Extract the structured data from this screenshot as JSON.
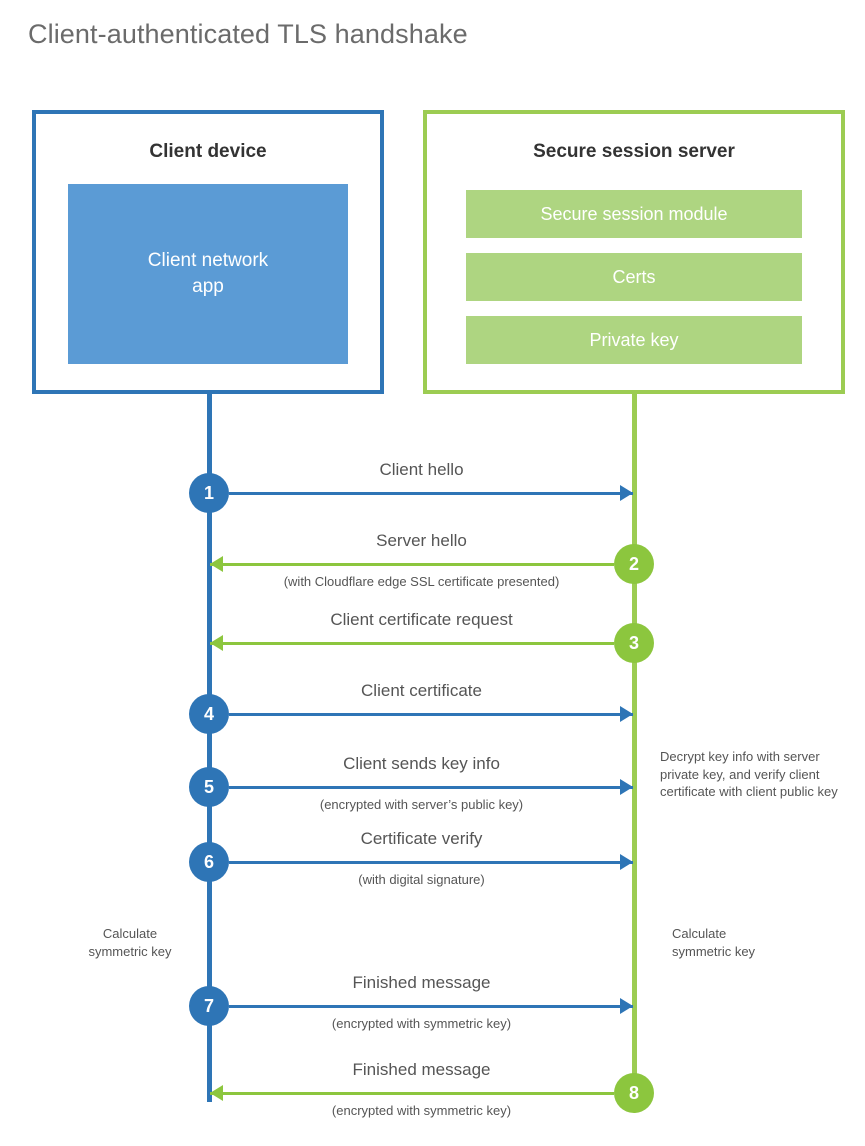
{
  "title": "Client-authenticated TLS handshake",
  "colors": {
    "client_border": "#2e75b6",
    "client_app_fill": "#5b9bd5",
    "server_border": "#9ccc52",
    "server_bar_fill": "#aed581",
    "blue_accent": "#2e75b6",
    "green_accent": "#8cc63e",
    "text": "#555555",
    "heading": "#333333",
    "background": "#ffffff"
  },
  "client": {
    "title": "Client device",
    "app_label": "Client network\napp"
  },
  "server": {
    "title": "Secure session server",
    "bars": [
      {
        "label": "Secure session module"
      },
      {
        "label": "Certs"
      },
      {
        "label": "Private key"
      }
    ]
  },
  "steps": [
    {
      "number": "1",
      "side": "client",
      "direction": "right",
      "color": "blue",
      "label": "Client hello",
      "sublabel": ""
    },
    {
      "number": "2",
      "side": "server",
      "direction": "left",
      "color": "green",
      "label": "Server hello",
      "sublabel": "(with Cloudflare edge SSL certificate presented)"
    },
    {
      "number": "3",
      "side": "server",
      "direction": "left",
      "color": "green",
      "label": "Client certificate request",
      "sublabel": ""
    },
    {
      "number": "4",
      "side": "client",
      "direction": "right",
      "color": "blue",
      "label": "Client certificate",
      "sublabel": ""
    },
    {
      "number": "5",
      "side": "client",
      "direction": "right",
      "color": "blue",
      "label": "Client sends key info",
      "sublabel": "(encrypted with server’s public key)"
    },
    {
      "number": "6",
      "side": "client",
      "direction": "right",
      "color": "blue",
      "label": "Certificate verify",
      "sublabel": "(with digital signature)"
    },
    {
      "number": "7",
      "side": "client",
      "direction": "right",
      "color": "blue",
      "label": "Finished message",
      "sublabel": "(encrypted with symmetric key)"
    },
    {
      "number": "8",
      "side": "server",
      "direction": "left",
      "color": "green",
      "label": "Finished message",
      "sublabel": "(encrypted with symmetric key)"
    }
  ],
  "annotations": {
    "decrypt_note": "Decrypt key info with server private key, and verify client certificate with client public key",
    "calculate_symmetric_key_client": "Calculate\nsymmetric key",
    "calculate_symmetric_key_server": "Calculate\nsymmetric key"
  }
}
